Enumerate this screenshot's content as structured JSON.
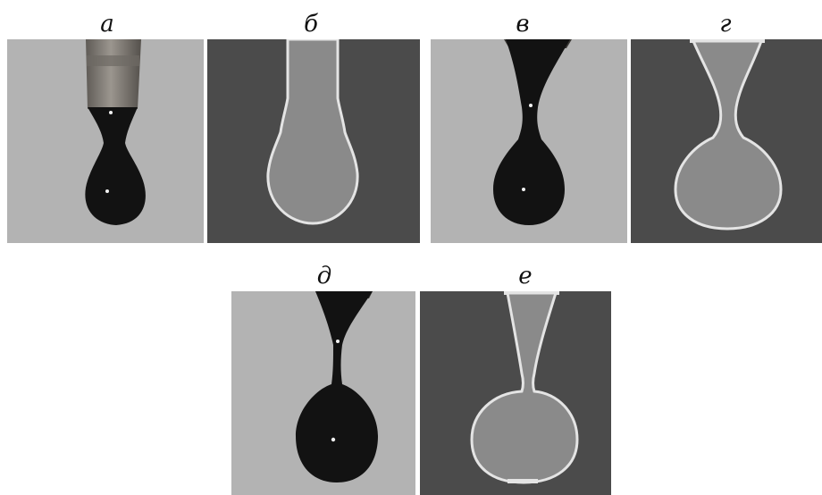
{
  "figure": {
    "panels": [
      {
        "label": "а",
        "style": "photo",
        "stage": "necking-start"
      },
      {
        "label": "б",
        "style": "contour",
        "stage": "necking-start"
      },
      {
        "label": "в",
        "style": "photo",
        "stage": "necking-mid"
      },
      {
        "label": "г",
        "style": "contour",
        "stage": "necking-mid"
      },
      {
        "label": "д",
        "style": "photo",
        "stage": "thread"
      },
      {
        "label": "е",
        "style": "contour",
        "stage": "thread"
      }
    ],
    "colors": {
      "photo_background": "#b3b3b3",
      "drop": "#121212",
      "nozzle": "#7a7670",
      "contour_background": "#4b4b4b",
      "contour_fill": "#8a8a8a",
      "contour_edge": "#e4e4e4"
    }
  }
}
